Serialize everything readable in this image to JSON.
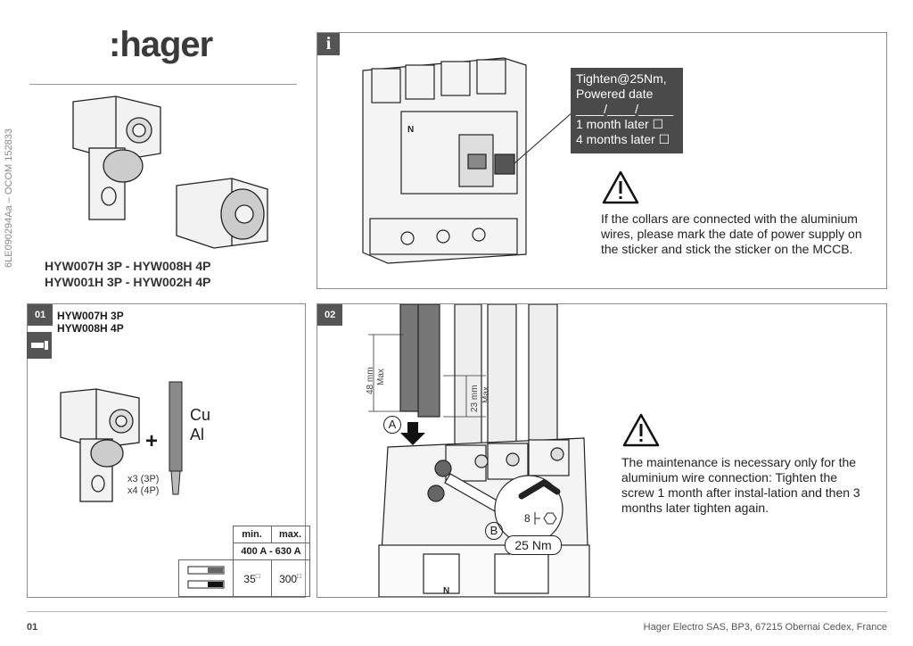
{
  "brand": {
    "logo_text": ":hager"
  },
  "doc_code": "6LE090294Aa – OCOM 152833",
  "models": {
    "line1": "HYW007H 3P - HYW008H 4P",
    "line2": "HYW001H 3P - HYW002H 4P"
  },
  "info_panel": {
    "tag": "i",
    "sticker": {
      "line1": "Tighten@25Nm,",
      "line2": "Powered date",
      "line3": "____/____/_____",
      "line4": "1 month later ☐",
      "line5": "4 months later ☐"
    },
    "breaker_label": "N",
    "warning": "If the collars are connected with the aluminium wires, please mark the date of power supply on the sticker and stick the sticker on the MCCB."
  },
  "step01": {
    "tag": "01",
    "model1": "HYW007H 3P",
    "model2": "HYW008H 4P",
    "conductor1": "Cu",
    "conductor2": "Al",
    "qty1": "x3 (3P)",
    "qty2": "x4 (4P)",
    "table": {
      "min_label": "min.",
      "max_label": "max.",
      "range": "400 A - 630 A",
      "min_value": "35",
      "max_value": "300",
      "unit_mark": "□"
    }
  },
  "step02": {
    "tag": "02",
    "dim1": "48 mm",
    "dim1_sub": "Max",
    "dim2": "23 mm",
    "dim2_sub": "Max",
    "label_a": "A",
    "label_b": "B",
    "torque": "25 Nm",
    "hex_size": "8",
    "breaker_label": "N",
    "warning": "The maintenance is necessary only for the aluminium wire connection: Tighten the screw 1 month after instal-lation and then 3 months later tighten again."
  },
  "footer": {
    "page": "01",
    "company": "Hager Electro SAS, BP3, 67215 Obernai Cedex, France"
  }
}
